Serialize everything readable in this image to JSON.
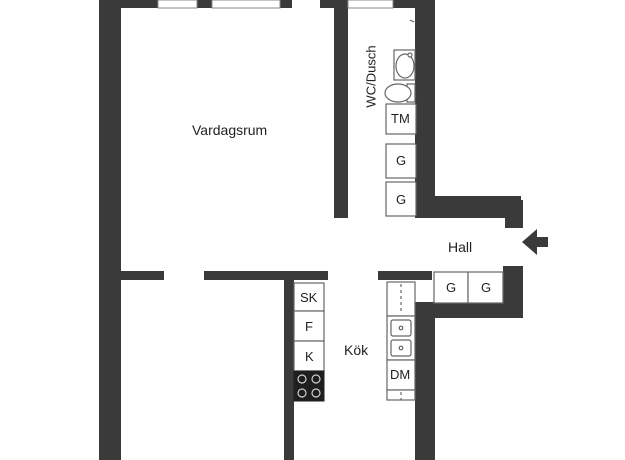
{
  "colors": {
    "wall": "#3a3a3a",
    "fixture_stroke": "#666666",
    "fixture_fill": "#ffffff",
    "stove": "#1e1e1e",
    "text": "#222222"
  },
  "rooms": {
    "living": "Vardagsrum",
    "bath": "WC/Dusch",
    "hall": "Hall",
    "kitchen": "Kök"
  },
  "fixtures": {
    "tm": "TM",
    "bath_wardrobe_1": "G",
    "bath_wardrobe_2": "G",
    "hall_wardrobe_1": "G",
    "hall_wardrobe_2": "G",
    "sk": "SK",
    "f": "F",
    "k": "K",
    "dm": "DM"
  },
  "icons": {
    "entrance": "entrance-arrow-icon",
    "toilet": "toilet-icon",
    "sink": "washbasin-icon",
    "stove": "stove-icon",
    "kitchen_sink": "double-sink-icon"
  }
}
